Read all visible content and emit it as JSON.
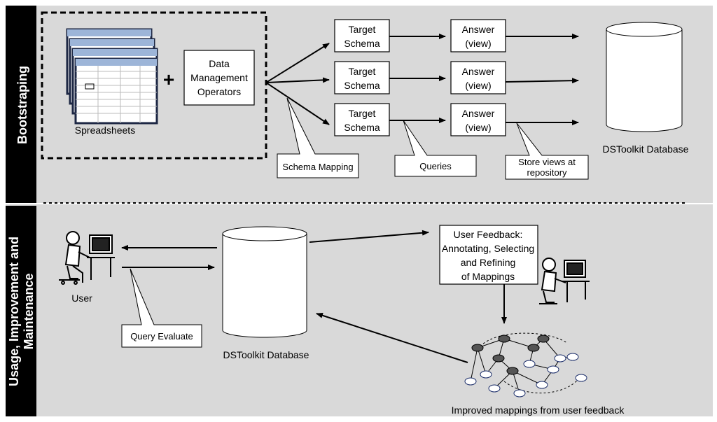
{
  "sections": {
    "top_label": "Bootstraping",
    "bottom_label_line1": "Usage, Improvement and",
    "bottom_label_line2": "Maintenance"
  },
  "bootstrapping": {
    "spreadsheets_label": "Spreadsheets",
    "plus": "+",
    "operators": [
      "Data",
      "Management",
      "Operators"
    ],
    "targets": [
      {
        "line1": "Target",
        "line2": "Schema"
      },
      {
        "line1": "Target",
        "line2": "Schema"
      },
      {
        "line1": "Target",
        "line2": "Schema"
      }
    ],
    "answers": [
      {
        "line1": "Answer",
        "line2": "(view)"
      },
      {
        "line1": "Answer",
        "line2": "(view)"
      },
      {
        "line1": "Answer",
        "line2": "(view)"
      }
    ],
    "callout_schema_mapping": "Schema Mapping",
    "callout_queries": "Queries",
    "callout_store_line1": "Store views at",
    "callout_store_line2": "repository",
    "database_label": "DSToolkit Database"
  },
  "usage": {
    "user_label": "User",
    "callout_query": "Query Evaluate",
    "database_label": "DSToolkit Database",
    "feedback": [
      "User Feedback:",
      "Annotating, Selecting",
      "and Refining",
      "of Mappings"
    ],
    "graph_label": "Improved mappings from user feedback"
  }
}
